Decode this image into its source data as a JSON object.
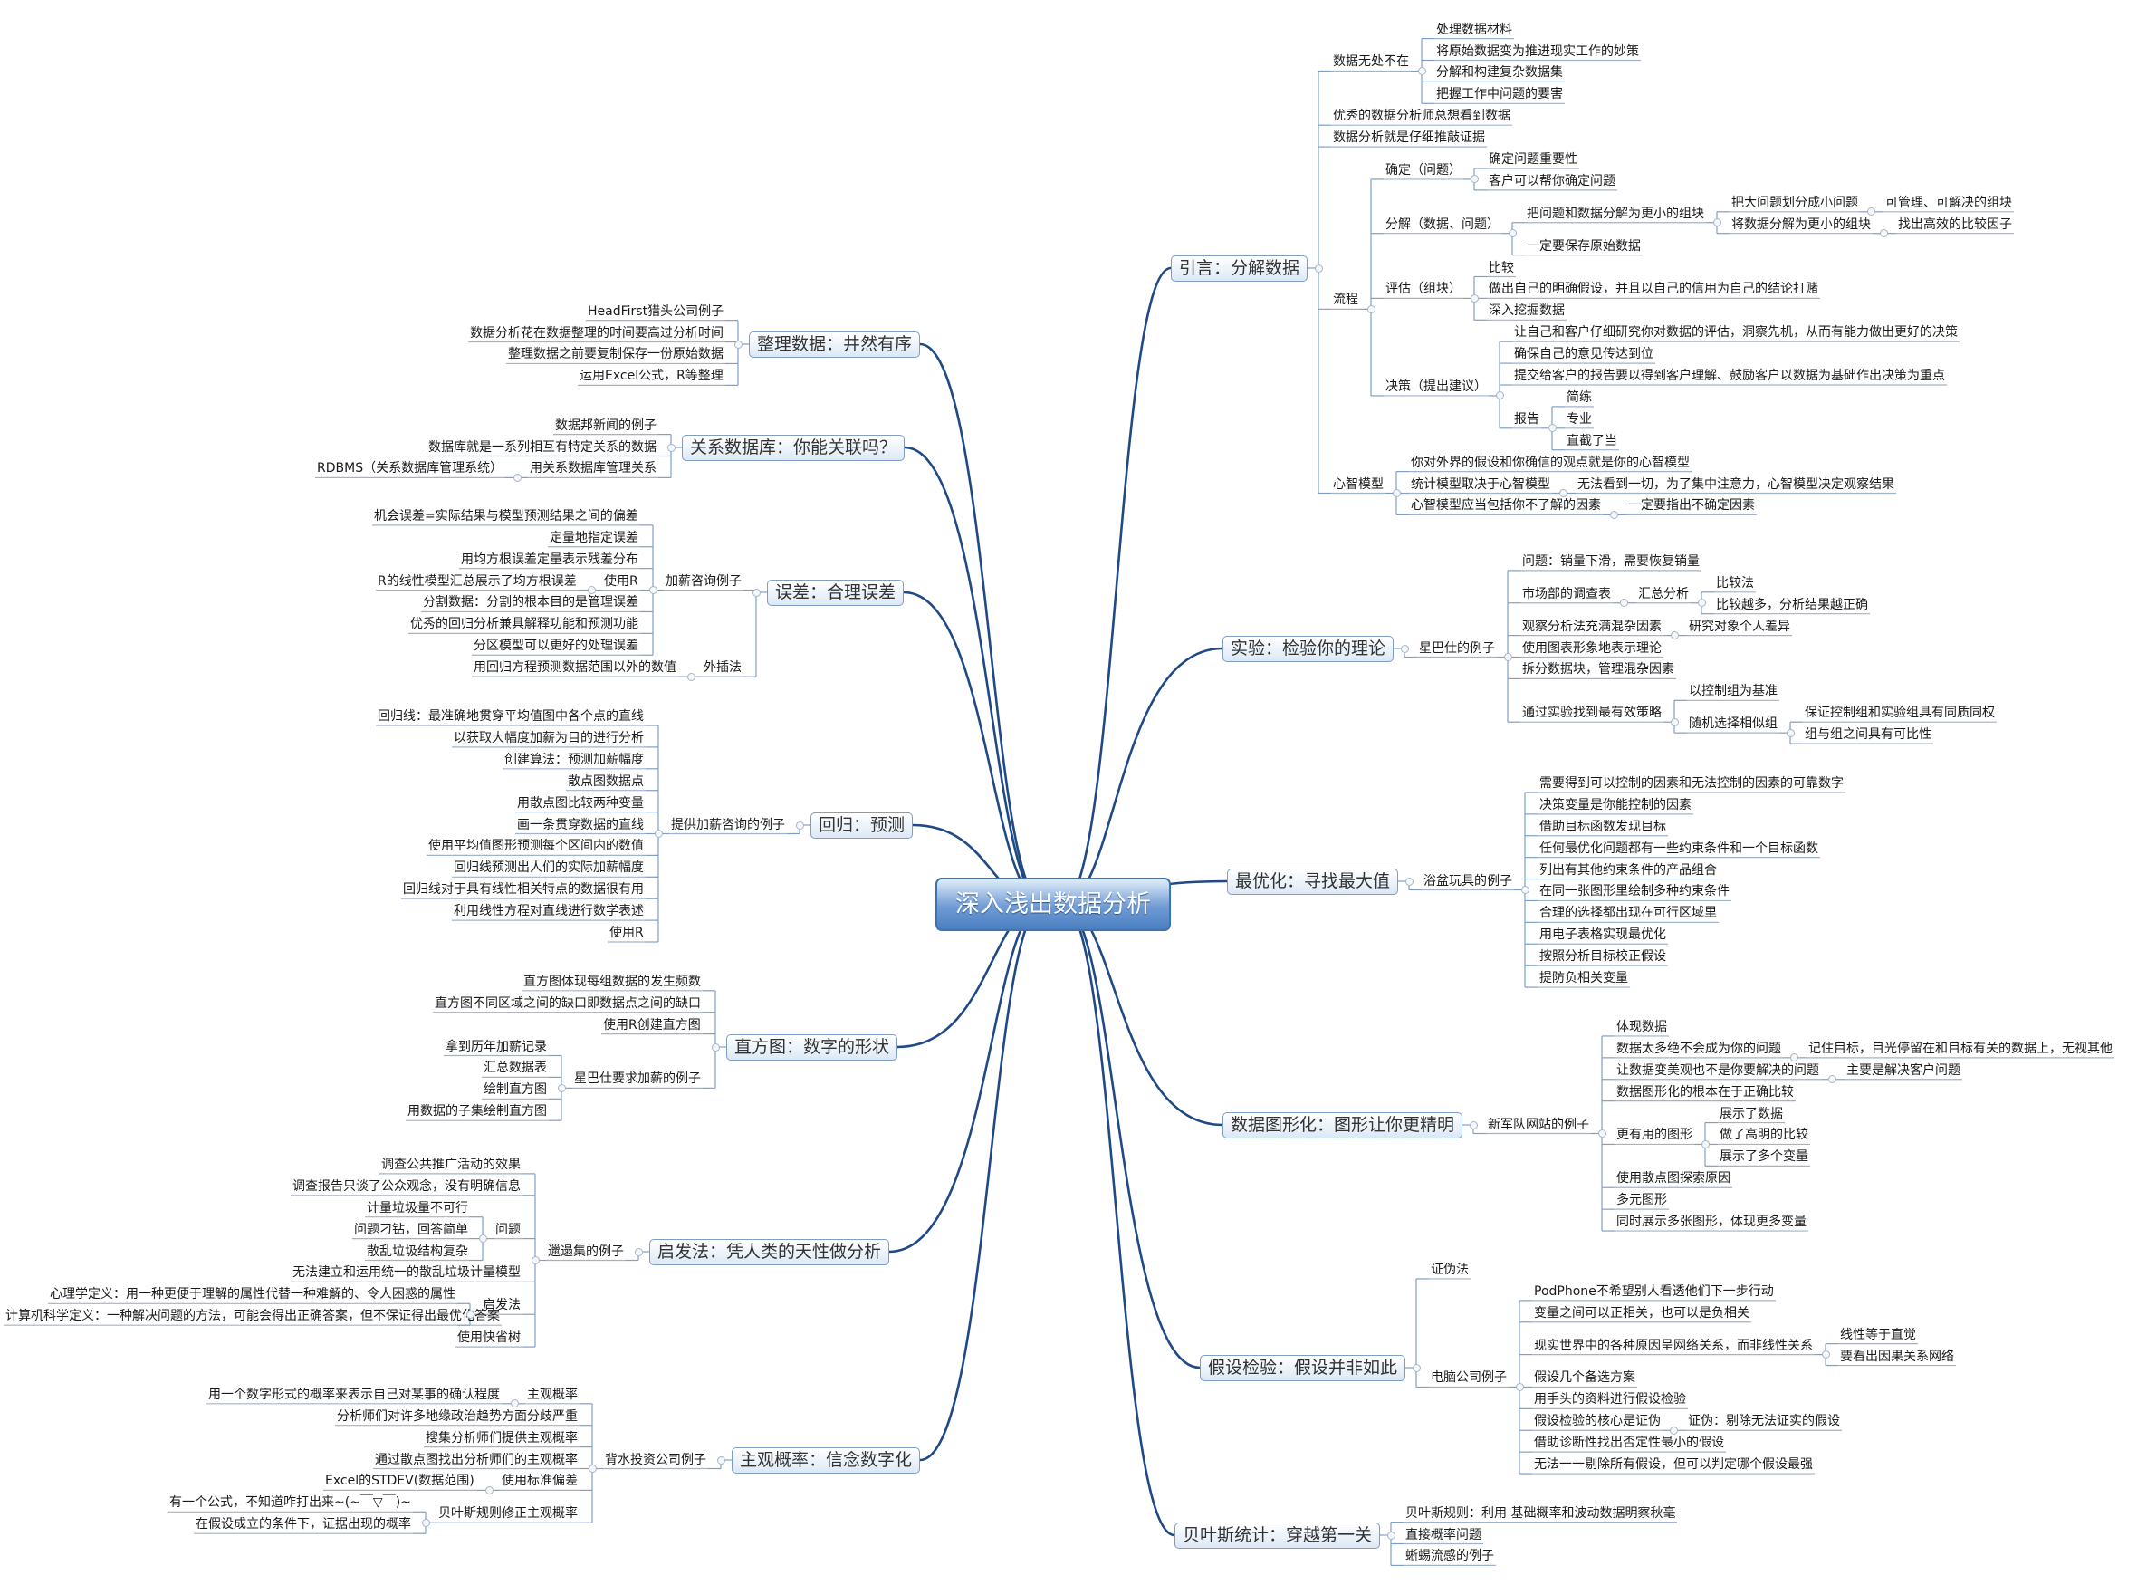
{
  "mindmap": {
    "central": "深入浅出数据分析",
    "branches": [
      {
        "label": "引言：分解数据",
        "children": [
          {
            "label": "数据无处不在",
            "children": [
              {
                "label": "处理数据材料"
              },
              {
                "label": "将原始数据变为推进现实工作的妙策"
              },
              {
                "label": "分解和构建复杂数据集"
              },
              {
                "label": "把握工作中问题的要害"
              }
            ]
          },
          {
            "label": "优秀的数据分析师总想看到数据"
          },
          {
            "label": "数据分析就是仔细推敲证据"
          },
          {
            "label": "流程",
            "children": [
              {
                "label": "确定（问题）",
                "children": [
                  {
                    "label": "确定问题重要性"
                  },
                  {
                    "label": "客户可以帮你确定问题"
                  }
                ]
              },
              {
                "label": "分解（数据、问题）",
                "children": [
                  {
                    "label": "把问题和数据分解为更小的组块",
                    "children": [
                      {
                        "label": "把大问题划分成小问题",
                        "children": [
                          {
                            "label": "可管理、可解决的组块"
                          }
                        ]
                      },
                      {
                        "label": "将数据分解为更小的组块",
                        "children": [
                          {
                            "label": "找出高效的比较因子"
                          }
                        ]
                      }
                    ]
                  },
                  {
                    "label": "一定要保存原始数据"
                  }
                ]
              },
              {
                "label": "评估（组块）",
                "children": [
                  {
                    "label": "比较"
                  },
                  {
                    "label": "做出自己的明确假设，并且以自己的信用为自己的结论打赌"
                  },
                  {
                    "label": "深入挖掘数据"
                  }
                ]
              },
              {
                "label": "决策（提出建议）",
                "children": [
                  {
                    "label": "让自己和客户仔细研究你对数据的评估，洞察先机，从而有能力做出更好的决策"
                  },
                  {
                    "label": "确保自己的意见传达到位"
                  },
                  {
                    "label": "提交给客户的报告要以得到客户理解、鼓励客户以数据为基础作出决策为重点"
                  },
                  {
                    "label": "报告",
                    "children": [
                      {
                        "label": "简练"
                      },
                      {
                        "label": "专业"
                      },
                      {
                        "label": "直截了当"
                      }
                    ]
                  }
                ]
              }
            ]
          },
          {
            "label": "心智模型",
            "children": [
              {
                "label": "你对外界的假设和你确信的观点就是你的心智模型"
              },
              {
                "label": "统计模型取决于心智模型",
                "children": [
                  {
                    "label": "无法看到一切，为了集中注意力，心智模型决定观察结果"
                  }
                ]
              },
              {
                "label": "心智模型应当包括你不了解的因素",
                "children": [
                  {
                    "label": "一定要指出不确定因素"
                  }
                ]
              }
            ]
          }
        ]
      },
      {
        "label": "实验：检验你的理论",
        "children": [
          {
            "label": "星巴仕的例子",
            "children": [
              {
                "label": "问题：销量下滑，需要恢复销量"
              },
              {
                "label": "市场部的调查表",
                "children": [
                  {
                    "label": "汇总分析",
                    "children": [
                      {
                        "label": "比较法"
                      },
                      {
                        "label": "比较越多，分析结果越正确"
                      }
                    ]
                  }
                ]
              },
              {
                "label": "观察分析法充满混杂因素",
                "children": [
                  {
                    "label": "研究对象个人差异"
                  }
                ]
              },
              {
                "label": "使用图表形象地表示理论"
              },
              {
                "label": "拆分数据块，管理混杂因素"
              },
              {
                "label": "通过实验找到最有效策略",
                "children": [
                  {
                    "label": "以控制组为基准"
                  },
                  {
                    "label": "随机选择相似组",
                    "children": [
                      {
                        "label": "保证控制组和实验组具有同质同权"
                      },
                      {
                        "label": "组与组之间具有可比性"
                      }
                    ]
                  }
                ]
              }
            ]
          }
        ]
      },
      {
        "label": "最优化：寻找最大值",
        "children": [
          {
            "label": "浴盆玩具的例子",
            "children": [
              {
                "label": "需要得到可以控制的因素和无法控制的因素的可靠数字"
              },
              {
                "label": "决策变量是你能控制的因素"
              },
              {
                "label": "借助目标函数发现目标"
              },
              {
                "label": "任何最优化问题都有一些约束条件和一个目标函数"
              },
              {
                "label": "列出有其他约束条件的产品组合"
              },
              {
                "label": "在同一张图形里绘制多种约束条件"
              },
              {
                "label": "合理的选择都出现在可行区域里"
              },
              {
                "label": "用电子表格实现最优化"
              },
              {
                "label": "按照分析目标校正假设"
              },
              {
                "label": "提防负相关变量"
              }
            ]
          }
        ]
      },
      {
        "label": "数据图形化：图形让你更精明",
        "children": [
          {
            "label": "新军队网站的例子",
            "children": [
              {
                "label": "体现数据"
              },
              {
                "label": "数据太多绝不会成为你的问题",
                "children": [
                  {
                    "label": "记住目标，目光停留在和目标有关的数据上，无视其他"
                  }
                ]
              },
              {
                "label": "让数据变美观也不是你要解决的问题",
                "children": [
                  {
                    "label": "主要是解决客户问题"
                  }
                ]
              },
              {
                "label": "数据图形化的根本在于正确比较"
              },
              {
                "label": "更有用的图形",
                "children": [
                  {
                    "label": "展示了数据"
                  },
                  {
                    "label": "做了高明的比较"
                  },
                  {
                    "label": "展示了多个变量"
                  }
                ]
              },
              {
                "label": "使用散点图探索原因"
              },
              {
                "label": "多元图形"
              },
              {
                "label": "同时展示多张图形，体现更多变量"
              }
            ]
          }
        ]
      },
      {
        "label": "假设检验：假设并非如此",
        "children": [
          {
            "label": "证伪法"
          },
          {
            "label": "电脑公司例子",
            "children": [
              {
                "label": "PodPhone不希望别人看透他们下一步行动"
              },
              {
                "label": "变量之间可以正相关，也可以是负相关"
              },
              {
                "label": "现实世界中的各种原因呈网络关系，而非线性关系",
                "children": [
                  {
                    "label": "线性等于直觉"
                  },
                  {
                    "label": "要看出因果关系网络"
                  }
                ]
              },
              {
                "label": "假设几个备选方案"
              },
              {
                "label": "用手头的资料进行假设检验"
              },
              {
                "label": "假设检验的核心是证伪",
                "children": [
                  {
                    "label": "证伪：剔除无法证实的假设"
                  }
                ]
              },
              {
                "label": "借助诊断性找出否定性最小的假设"
              },
              {
                "label": "无法一一剔除所有假设，但可以判定哪个假设最强"
              }
            ]
          }
        ]
      },
      {
        "label": "贝叶斯统计：穿越第一关",
        "children": [
          {
            "label": "贝叶斯规则：利用 基础概率和波动数据明察秋毫"
          },
          {
            "label": "直接概率问题"
          },
          {
            "label": "蜥蜴流感的例子"
          }
        ]
      },
      {
        "label": "整理数据：井然有序",
        "children": [
          {
            "label": "HeadFirst猎头公司例子"
          },
          {
            "label": "数据分析花在数据整理的时间要高过分析时间"
          },
          {
            "label": "整理数据之前要复制保存一份原始数据"
          },
          {
            "label": "运用Excel公式，R等整理"
          }
        ]
      },
      {
        "label": "关系数据库：你能关联吗？",
        "children": [
          {
            "label": "数据邦新闻的例子"
          },
          {
            "label": "数据库就是一系列相互有特定关系的数据"
          },
          {
            "label": "用关系数据库管理关系",
            "children": [
              {
                "label": "RDBMS（关系数据库管理系统）"
              }
            ]
          }
        ]
      },
      {
        "label": "误差：合理误差",
        "children": [
          {
            "label": "加薪咨询例子",
            "children": [
              {
                "label": "机会误差=实际结果与模型预测结果之间的偏差"
              },
              {
                "label": "定量地指定误差"
              },
              {
                "label": "用均方根误差定量表示残差分布"
              },
              {
                "label": "使用R",
                "children": [
                  {
                    "label": "R的线性模型汇总展示了均方根误差"
                  }
                ]
              },
              {
                "label": "分割数据：分割的根本目的是管理误差"
              },
              {
                "label": "优秀的回归分析兼具解释功能和预测功能"
              },
              {
                "label": "分区模型可以更好的处理误差"
              }
            ]
          },
          {
            "label": "外插法",
            "children": [
              {
                "label": "用回归方程预测数据范围以外的数值"
              }
            ]
          }
        ]
      },
      {
        "label": "回归：预测",
        "children": [
          {
            "label": "提供加薪咨询的例子",
            "children": [
              {
                "label": "回归线：最准确地贯穿平均值图中各个点的直线"
              },
              {
                "label": "以获取大幅度加薪为目的进行分析"
              },
              {
                "label": "创建算法：预测加薪幅度"
              },
              {
                "label": "散点图数据点"
              },
              {
                "label": "用散点图比较两种变量"
              },
              {
                "label": "画一条贯穿数据的直线"
              },
              {
                "label": "使用平均值图形预测每个区间内的数值"
              },
              {
                "label": "回归线预测出人们的实际加薪幅度"
              },
              {
                "label": "回归线对于具有线性相关特点的数据很有用"
              },
              {
                "label": "利用线性方程对直线进行数学表述"
              },
              {
                "label": "使用R"
              }
            ]
          }
        ]
      },
      {
        "label": "直方图：数字的形状",
        "children": [
          {
            "label": "直方图体现每组数据的发生频数"
          },
          {
            "label": "直方图不同区域之间的缺口即数据点之间的缺口"
          },
          {
            "label": "使用R创建直方图"
          },
          {
            "label": "星巴仕要求加薪的例子",
            "children": [
              {
                "label": "拿到历年加薪记录"
              },
              {
                "label": "汇总数据表"
              },
              {
                "label": "绘制直方图"
              },
              {
                "label": "用数据的子集绘制直方图"
              }
            ]
          }
        ]
      },
      {
        "label": "启发法：凭人类的天性做分析",
        "children": [
          {
            "label": "邋遢集的例子",
            "children": [
              {
                "label": "调查公共推广活动的效果"
              },
              {
                "label": "调查报告只谈了公众观念，没有明确信息"
              },
              {
                "label": "问题",
                "children": [
                  {
                    "label": "计量垃圾量不可行"
                  },
                  {
                    "label": "问题刁钻，回答简单"
                  },
                  {
                    "label": "散乱垃圾结构复杂"
                  }
                ]
              },
              {
                "label": "无法建立和运用统一的散乱垃圾计量模型"
              },
              {
                "label": "启发法",
                "children": [
                  {
                    "label": "心理学定义：用一种更便于理解的属性代替一种难解的、令人困惑的属性"
                  },
                  {
                    "label": "计算机科学定义：一种解决问题的方法，可能会得出正确答案，但不保证得出最优化答案"
                  }
                ]
              },
              {
                "label": "使用快省树"
              }
            ]
          }
        ]
      },
      {
        "label": "主观概率：信念数字化",
        "children": [
          {
            "label": "背水投资公司例子",
            "children": [
              {
                "label": "主观概率",
                "children": [
                  {
                    "label": "用一个数字形式的概率来表示自己对某事的确认程度"
                  }
                ]
              },
              {
                "label": "分析师们对许多地缘政治趋势方面分歧严重"
              },
              {
                "label": "搜集分析师们提供主观概率"
              },
              {
                "label": "通过散点图找出分析师们的主观概率"
              },
              {
                "label": "使用标准偏差",
                "children": [
                  {
                    "label": "Excel的STDEV(数据范围)"
                  }
                ]
              },
              {
                "label": "贝叶斯规则修正主观概率",
                "children": [
                  {
                    "label": "有一个公式，不知道咋打出来~(~￣▽￣)~"
                  },
                  {
                    "label": "在假设成立的条件下，证据出现的概率"
                  }
                ]
              }
            ]
          }
        ]
      }
    ]
  },
  "colors": {
    "branch_line": "#1f4a86",
    "sub_line": "#7f9fc9",
    "underline": "#9fb3cc",
    "center_fill": "#5a8cc9"
  }
}
